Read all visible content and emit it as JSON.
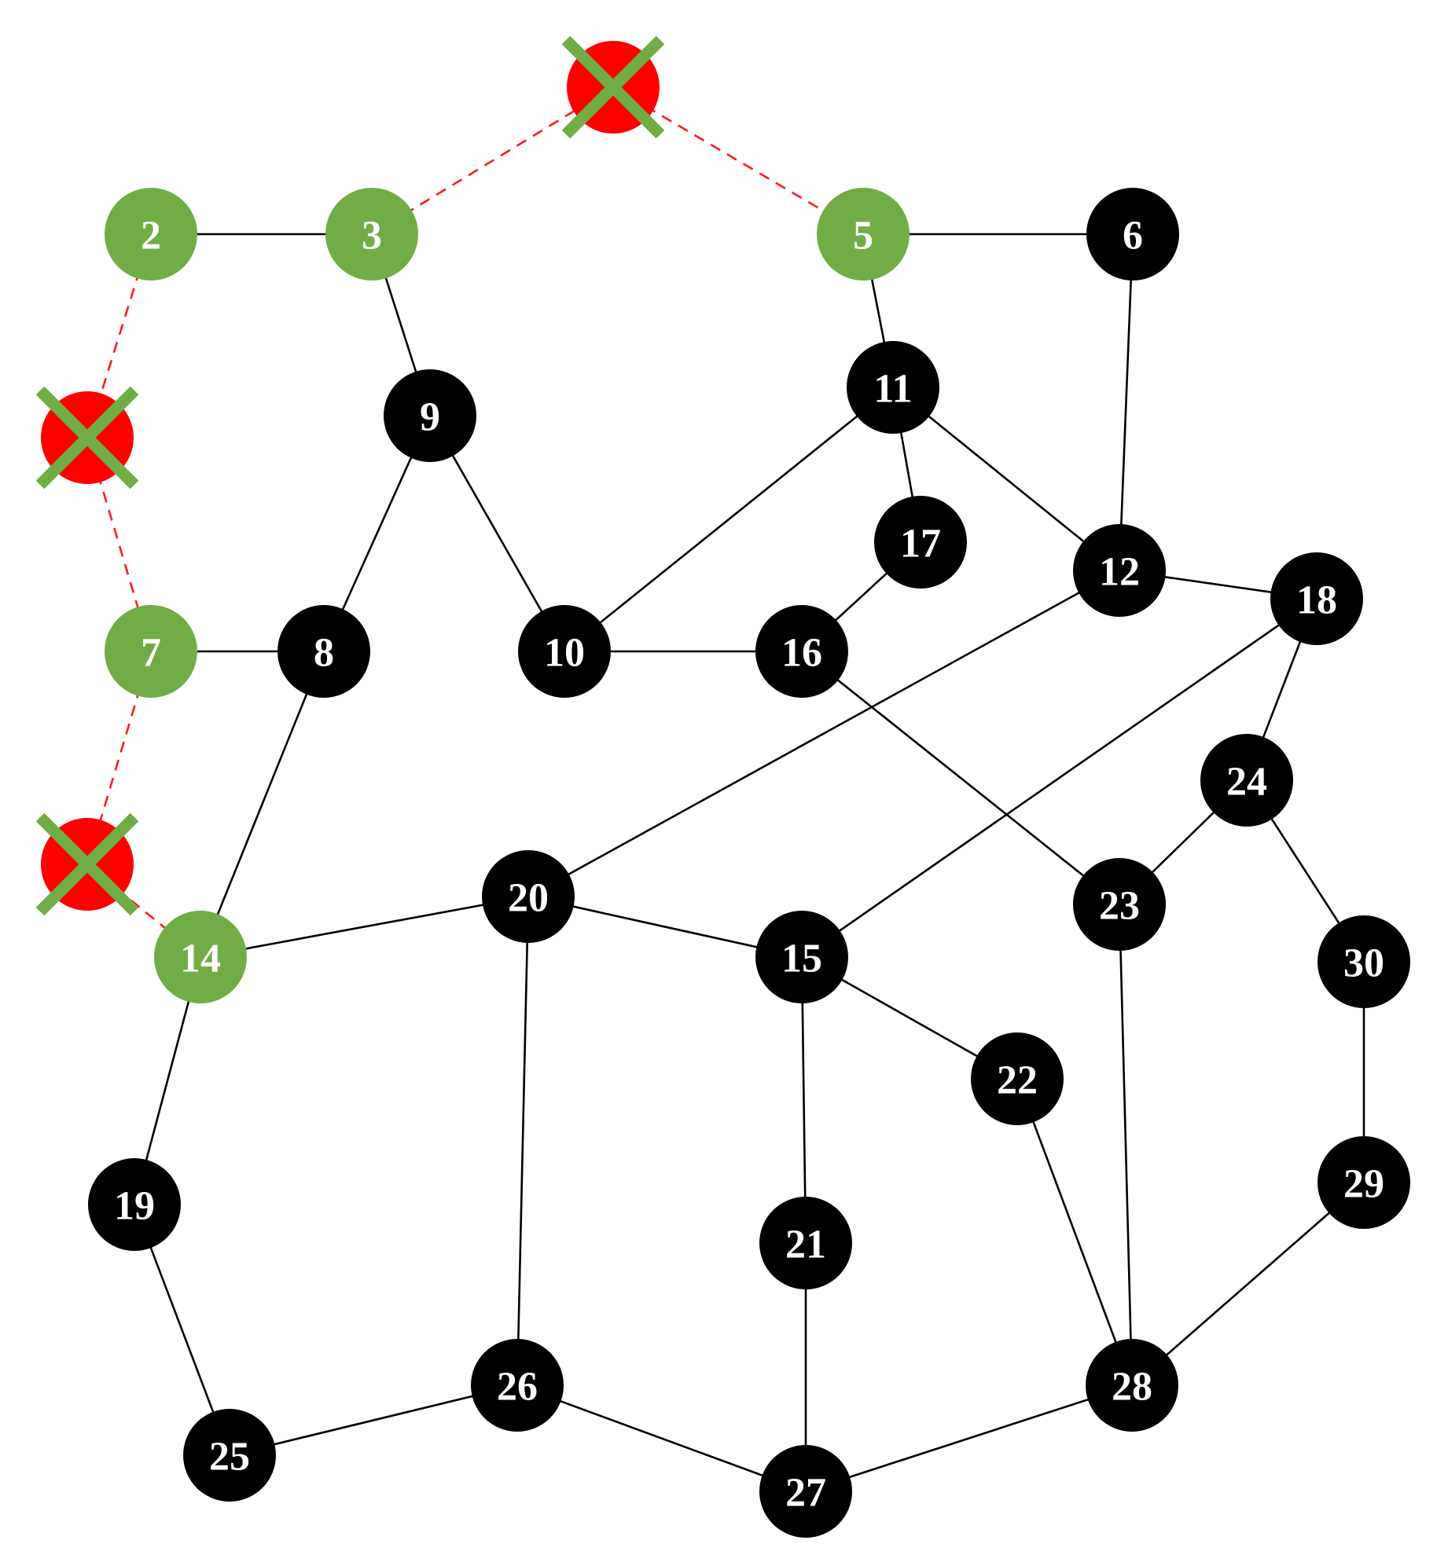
{
  "colors": {
    "normal_node": "#000000",
    "affected_node": "#70ad47",
    "failed_node": "#ff0000",
    "failed_mark": "#70ad47",
    "edge": "#000000",
    "failed_edge": "#ff1a1a",
    "label": "#ffffff"
  },
  "nodes": [
    {
      "id": "1",
      "label": "",
      "status": "failed"
    },
    {
      "id": "2",
      "label": "2",
      "status": "affected"
    },
    {
      "id": "3",
      "label": "3",
      "status": "affected"
    },
    {
      "id": "4",
      "label": "",
      "status": "failed"
    },
    {
      "id": "5",
      "label": "5",
      "status": "affected"
    },
    {
      "id": "6",
      "label": "6",
      "status": "normal"
    },
    {
      "id": "7",
      "label": "7",
      "status": "affected"
    },
    {
      "id": "8",
      "label": "8",
      "status": "normal"
    },
    {
      "id": "9",
      "label": "9",
      "status": "normal"
    },
    {
      "id": "10",
      "label": "10",
      "status": "normal"
    },
    {
      "id": "11",
      "label": "11",
      "status": "normal"
    },
    {
      "id": "12",
      "label": "12",
      "status": "normal"
    },
    {
      "id": "13",
      "label": "",
      "status": "failed"
    },
    {
      "id": "14",
      "label": "14",
      "status": "affected"
    },
    {
      "id": "15",
      "label": "15",
      "status": "normal"
    },
    {
      "id": "16",
      "label": "16",
      "status": "normal"
    },
    {
      "id": "17",
      "label": "17",
      "status": "normal"
    },
    {
      "id": "18",
      "label": "18",
      "status": "normal"
    },
    {
      "id": "19",
      "label": "19",
      "status": "normal"
    },
    {
      "id": "20",
      "label": "20",
      "status": "normal"
    },
    {
      "id": "21",
      "label": "21",
      "status": "normal"
    },
    {
      "id": "22",
      "label": "22",
      "status": "normal"
    },
    {
      "id": "23",
      "label": "23",
      "status": "normal"
    },
    {
      "id": "24",
      "label": "24",
      "status": "normal"
    },
    {
      "id": "25",
      "label": "25",
      "status": "normal"
    },
    {
      "id": "26",
      "label": "26",
      "status": "normal"
    },
    {
      "id": "27",
      "label": "27",
      "status": "normal"
    },
    {
      "id": "28",
      "label": "28",
      "status": "normal"
    },
    {
      "id": "29",
      "label": "29",
      "status": "normal"
    },
    {
      "id": "30",
      "label": "30",
      "status": "normal"
    }
  ],
  "edges": [
    {
      "from": "2",
      "to": "3",
      "status": "normal"
    },
    {
      "from": "3",
      "to": "1",
      "status": "failed"
    },
    {
      "from": "1",
      "to": "5",
      "status": "failed"
    },
    {
      "from": "5",
      "to": "6",
      "status": "normal"
    },
    {
      "from": "2",
      "to": "4",
      "status": "failed"
    },
    {
      "from": "4",
      "to": "7",
      "status": "failed"
    },
    {
      "from": "7",
      "to": "13",
      "status": "failed"
    },
    {
      "from": "13",
      "to": "14",
      "status": "failed"
    },
    {
      "from": "3",
      "to": "9",
      "status": "normal"
    },
    {
      "from": "9",
      "to": "8",
      "status": "normal"
    },
    {
      "from": "9",
      "to": "10",
      "status": "normal"
    },
    {
      "from": "5",
      "to": "11",
      "status": "normal"
    },
    {
      "from": "6",
      "to": "12",
      "status": "normal"
    },
    {
      "from": "11",
      "to": "10",
      "status": "normal"
    },
    {
      "from": "11",
      "to": "17",
      "status": "normal"
    },
    {
      "from": "11",
      "to": "12",
      "status": "normal"
    },
    {
      "from": "17",
      "to": "16",
      "status": "normal"
    },
    {
      "from": "10",
      "to": "16",
      "status": "normal"
    },
    {
      "from": "7",
      "to": "8",
      "status": "normal"
    },
    {
      "from": "8",
      "to": "14",
      "status": "normal"
    },
    {
      "from": "12",
      "to": "18",
      "status": "normal"
    },
    {
      "from": "12",
      "to": "20",
      "status": "normal"
    },
    {
      "from": "16",
      "to": "23",
      "status": "normal"
    },
    {
      "from": "18",
      "to": "15",
      "status": "normal"
    },
    {
      "from": "18",
      "to": "24",
      "status": "normal"
    },
    {
      "from": "24",
      "to": "23",
      "status": "normal"
    },
    {
      "from": "24",
      "to": "30",
      "status": "normal"
    },
    {
      "from": "14",
      "to": "20",
      "status": "normal"
    },
    {
      "from": "20",
      "to": "15",
      "status": "normal"
    },
    {
      "from": "20",
      "to": "26",
      "status": "normal"
    },
    {
      "from": "15",
      "to": "22",
      "status": "normal"
    },
    {
      "from": "15",
      "to": "21",
      "status": "normal"
    },
    {
      "from": "23",
      "to": "28",
      "status": "normal"
    },
    {
      "from": "30",
      "to": "29",
      "status": "normal"
    },
    {
      "from": "22",
      "to": "28",
      "status": "normal"
    },
    {
      "from": "29",
      "to": "28",
      "status": "normal"
    },
    {
      "from": "14",
      "to": "19",
      "status": "normal"
    },
    {
      "from": "19",
      "to": "25",
      "status": "normal"
    },
    {
      "from": "25",
      "to": "26",
      "status": "normal"
    },
    {
      "from": "26",
      "to": "27",
      "status": "normal"
    },
    {
      "from": "21",
      "to": "27",
      "status": "normal"
    },
    {
      "from": "27",
      "to": "28",
      "status": "normal"
    }
  ]
}
